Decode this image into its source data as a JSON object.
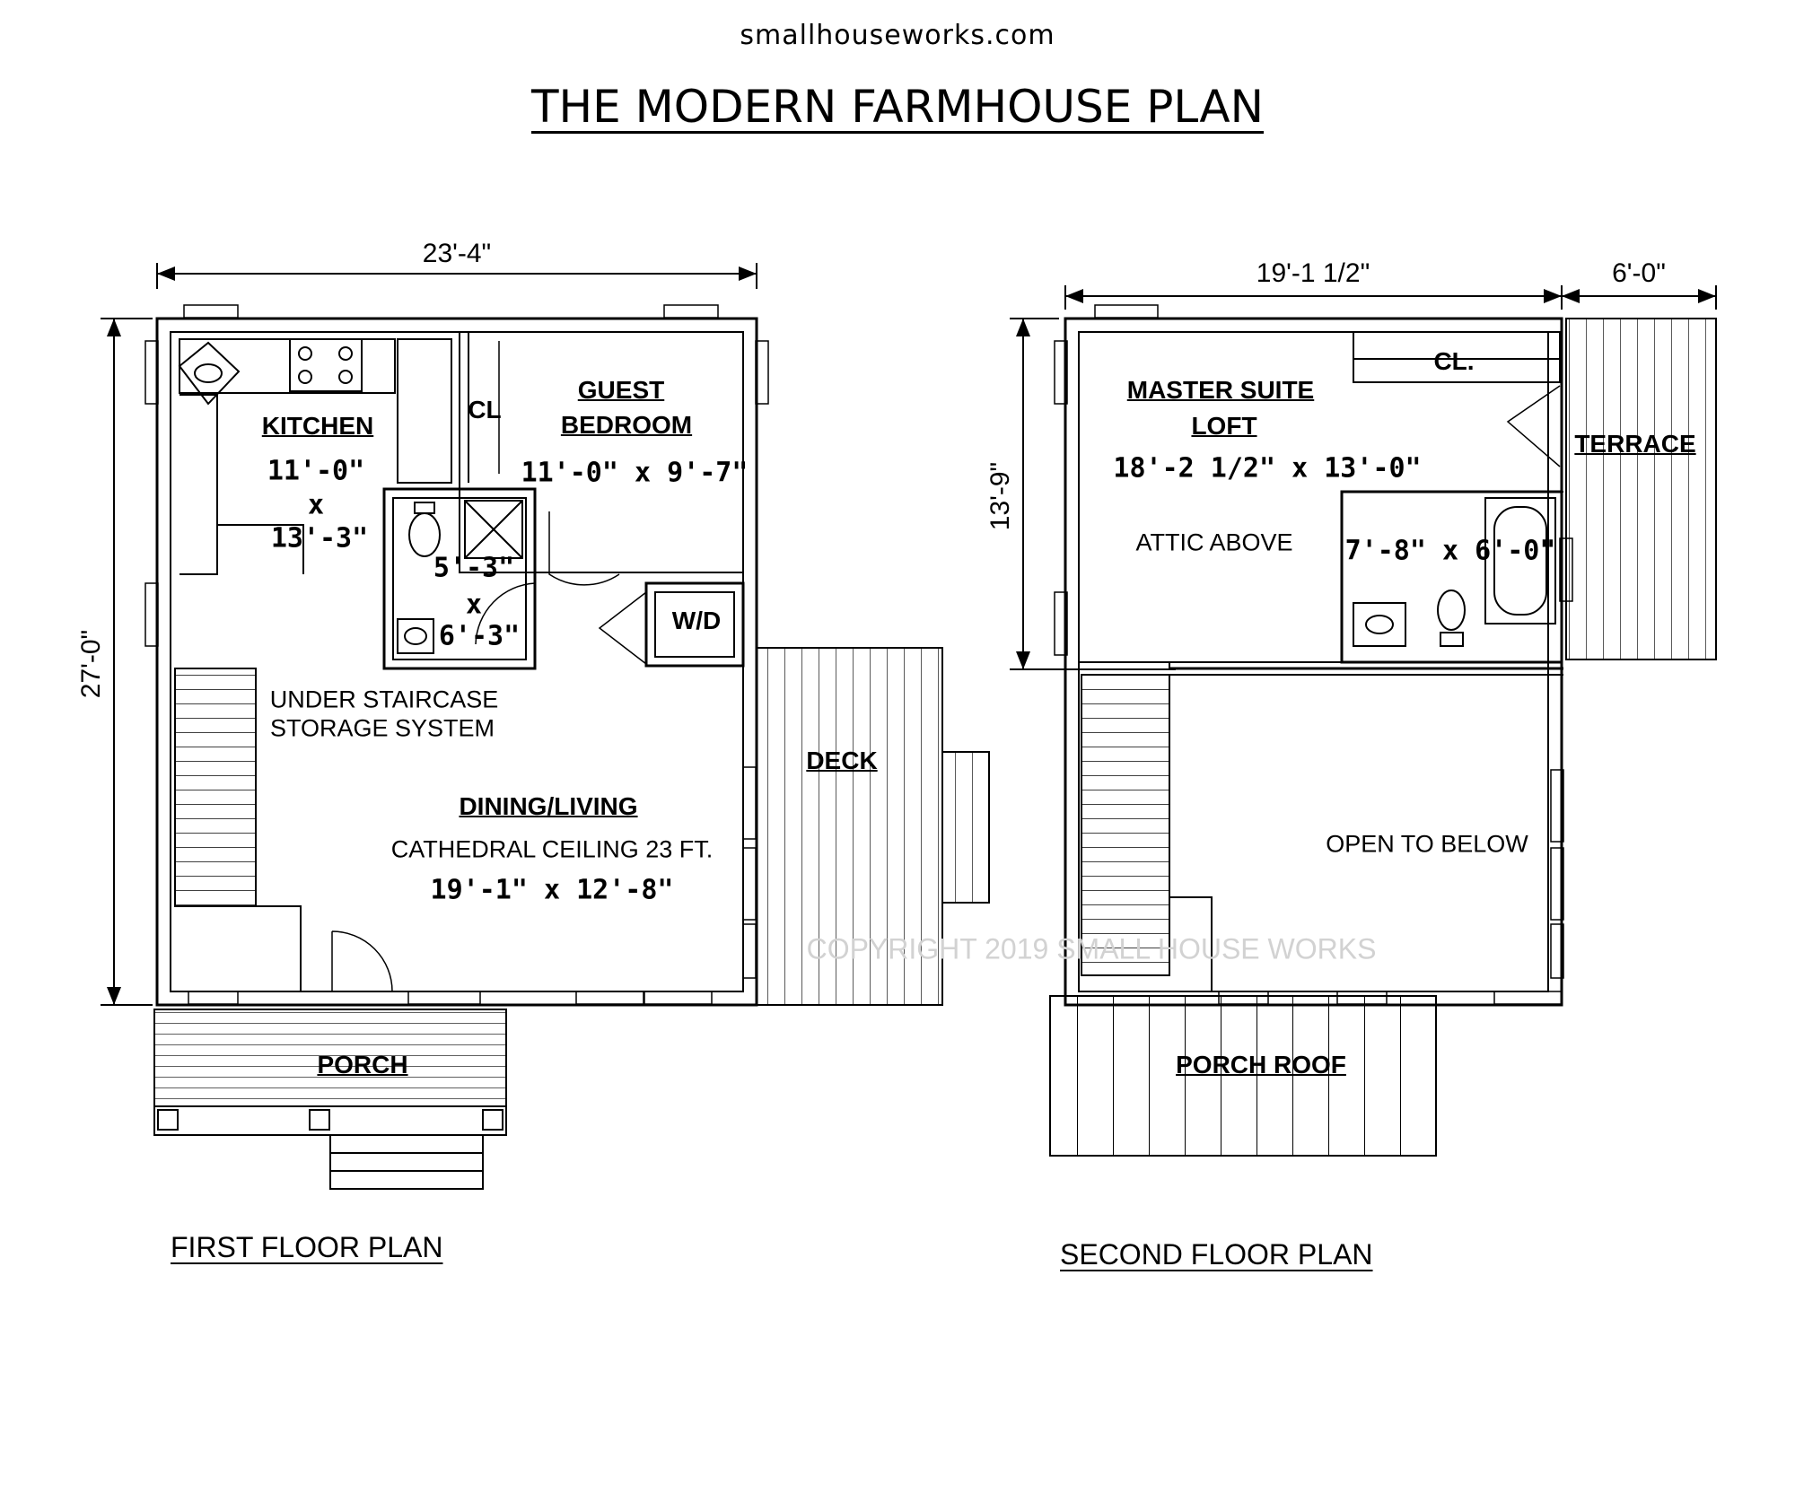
{
  "header": {
    "site": "smallhouseworks.com",
    "title": "THE MODERN FARMHOUSE PLAN"
  },
  "first_floor": {
    "title": "FIRST FLOOR PLAN",
    "overall_width": "23'-4\"",
    "overall_depth": "27'-0\"",
    "kitchen": {
      "label": "KITCHEN",
      "dim_w": "11'-0\"",
      "dim_x": "x",
      "dim_d": "13'-3\""
    },
    "closet": "CL",
    "guest_bedroom": {
      "label_line1": "GUEST",
      "label_line2": "BEDROOM",
      "dims": "11'-0\" x 9'-7\""
    },
    "bath": {
      "dim_w": "5'-3\"",
      "dim_x": "x",
      "dim_d": "6'-3\""
    },
    "laundry": "W/D",
    "staircase_note_line1": "UNDER STAIRCASE",
    "staircase_note_line2": "STORAGE SYSTEM",
    "dining_living": {
      "label": "DINING/LIVING",
      "note": "CATHEDRAL CEILING 23 FT.",
      "dims": "19'-1\" x 12'-8\""
    },
    "deck": "DECK",
    "porch": "PORCH"
  },
  "second_floor": {
    "title": "SECOND FLOOR PLAN",
    "width": "19'-1 1/2\"",
    "terrace_width": "6'-0\"",
    "depth": "13'-9\"",
    "master": {
      "label_line1": "MASTER SUITE",
      "label_line2": "LOFT",
      "dims": "18'-2 1/2\" x 13'-0\""
    },
    "closet": "CL.",
    "attic": "ATTIC ABOVE",
    "bath_dims": "7'-8\" x 6'-0\"",
    "terrace": "TERRACE",
    "open_below": "OPEN TO BELOW",
    "porch_roof": "PORCH ROOF"
  },
  "copyright": "COPYRIGHT 2019 SMALL HOUSE WORKS"
}
